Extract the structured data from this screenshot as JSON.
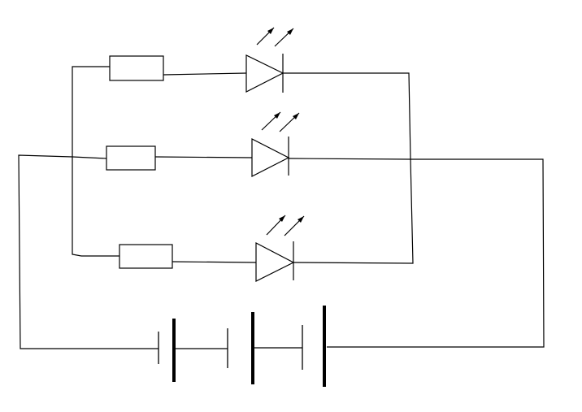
{
  "diagram": {
    "type": "circuit-schematic",
    "components": {
      "resistors": 3,
      "leds": 3,
      "battery_cells": 3
    },
    "colors": {
      "stroke": "#000000",
      "background": "#ffffff"
    }
  }
}
